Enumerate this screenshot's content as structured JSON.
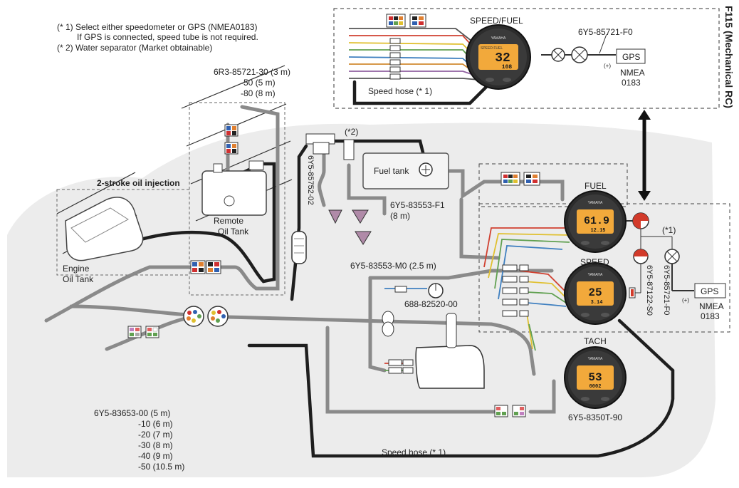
{
  "side_title": "F115 (Mechanical RC)",
  "notes": {
    "note1_line1": "(* 1) Select either speedometer or GPS (NMEA0183)",
    "note1_line2": "If GPS is connected, speed tube is not required.",
    "note2": "(* 2) Water separator (Market obtainable)"
  },
  "harness_6r3": {
    "line1": "6R3-85721-30 (3 m)",
    "line2": "-50 (5 m)",
    "line3": "-80 (8 m)"
  },
  "oil_injection_label": "2-stroke oil injection",
  "remote_oil_tank": {
    "line1": "Remote",
    "line2": "Oil Tank"
  },
  "engine_oil_tank": {
    "line1": "Engine",
    "line2": "Oil Tank"
  },
  "part_6y5_85752": "6Y5-85752-02",
  "water_separator_mark": "(*2)",
  "fuel_tank_label": "Fuel tank",
  "harness_f1": {
    "line1": "6Y5-83553-F1",
    "line2": "(8 m)"
  },
  "harness_m0": "6Y5-83553-M0 (2.5 m)",
  "part_688": "688-82520-00",
  "main_harness": {
    "line1": "6Y5-83653-00 (5 m)",
    "line2": "-10 (6 m)",
    "line3": "-20 (7 m)",
    "line4": "-30 (8 m)",
    "line5": "-40 (9 m)",
    "line6": "-50 (10.5 m)"
  },
  "speed_hose_bottom": "Speed hose (* 1)",
  "speed_hose_top": "Speed hose (* 1)",
  "speed_fuel_gauge": {
    "title": "SPEED/FUEL",
    "display_main": "32",
    "display_sub": "108",
    "brand": "YAMAHA",
    "sub_labels": "SPEED   FUEL"
  },
  "gps_top": {
    "part": "6Y5-85721-F0",
    "label": "GPS",
    "plus": "(+)",
    "nmea_line1": "NMEA",
    "nmea_line2": "0183"
  },
  "fuel_gauge": {
    "title": "FUEL",
    "display_main": "61.9",
    "display_sub": "12.15",
    "brand": "YAMAHA"
  },
  "speed_gauge": {
    "title": "SPEED",
    "display_main": "25",
    "display_sub": "3.14",
    "brand": "YAMAHA"
  },
  "tach_gauge": {
    "title": "TACH",
    "display_main": "53",
    "display_sub": "0002",
    "brand": "YAMAHA",
    "part": "6Y5-8350T-90"
  },
  "gps_right": {
    "mark": "(*1)",
    "part_87122": "6Y5-87122-S0",
    "part_85721": "6Y5-85721-F0",
    "label": "GPS",
    "plus": "(+)",
    "nmea_line1": "NMEA",
    "nmea_line2": "0183"
  },
  "colors": {
    "hose_gray": "#8a8a8a",
    "cable_black": "#1e1e1e",
    "bg_shape": "#ececec",
    "lcd_orange": "#f2a93b",
    "gps_red": "#d23a2a"
  }
}
